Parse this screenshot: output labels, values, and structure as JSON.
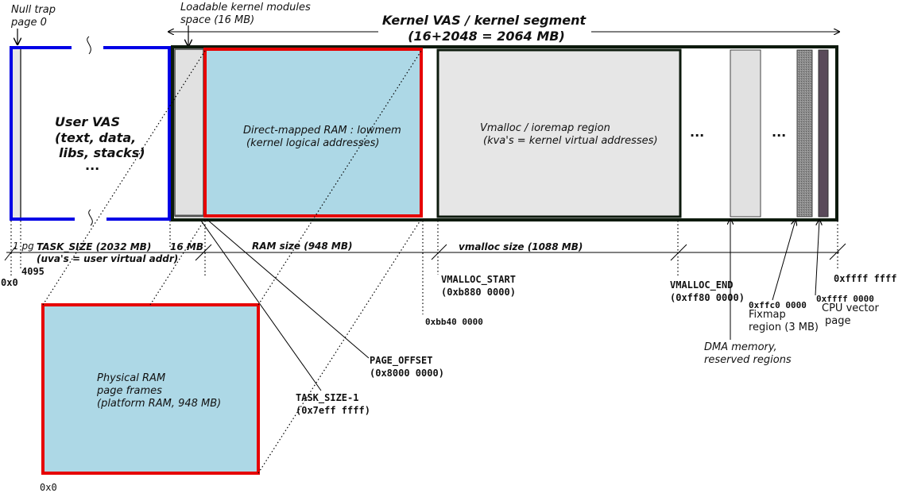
{
  "title": {
    "line1": "Kernel VAS / kernel segment",
    "line2": "(16+2048 = 2064 MB)"
  },
  "top_labels": {
    "null_trap_1": "Null trap",
    "null_trap_2": "page 0",
    "modules_1": "Loadable kernel modules",
    "modules_2": "space (16 MB)"
  },
  "regions": {
    "user_vas_1": "User VAS",
    "user_vas_2": "(text, data,",
    "user_vas_3": "libs, stacks)",
    "user_vas_ellipsis": "...",
    "lowmem_1": "Direct-mapped RAM : lowmem",
    "lowmem_2": "(kernel logical addresses)",
    "vmalloc_1": "Vmalloc / ioremap region",
    "vmalloc_2": "(kva's = kernel virtual addresses)",
    "ellipsis_a": "...",
    "ellipsis_b": "..."
  },
  "sizes": {
    "page": "1 pg",
    "task_size": "TASK_SIZE (2032 MB)",
    "uva": "(uva's = user virtual addr)",
    "sixteen_mb": "16 MB",
    "ram_size": "RAM size (948 MB)",
    "vmalloc_size": "vmalloc size (1088 MB)"
  },
  "addresses": {
    "zero": "0x0",
    "a4095": "4095",
    "vmalloc_start_1": "VMALLOC_START",
    "vmalloc_start_2": "(0xb880 0000)",
    "bb40": "0xbb40 0000",
    "page_offset_1": "PAGE_OFFSET",
    "page_offset_2": "(0x8000 0000)",
    "task_size_1": "TASK_SIZE-1",
    "task_size_2": "(0x7eff ffff)",
    "vmalloc_end_1": "VMALLOC_END",
    "vmalloc_end_2": "(0xff80 0000)",
    "ffc0": "0xffc0 0000",
    "fixmap_1": "Fixmap",
    "fixmap_2": "region (3 MB)",
    "ffff0000": "0xffff 0000",
    "cpu_vec_1": "CPU vector",
    "cpu_vec_2": "page",
    "top_addr": "0xffff ffff",
    "dma_1": "DMA memory,",
    "dma_2": "reserved regions",
    "phys_zero": "0x0"
  },
  "physical": {
    "line1": "Physical RAM",
    "line2": "page frames",
    "line3": "(platform RAM, 948 MB)"
  },
  "colors": {
    "user_border": "#0000e6",
    "lowmem_border": "#e60000",
    "lowmem_fill": "#add8e6",
    "vmalloc_fill": "#e6e6e6",
    "kernel_border": "#0d1a0d"
  }
}
